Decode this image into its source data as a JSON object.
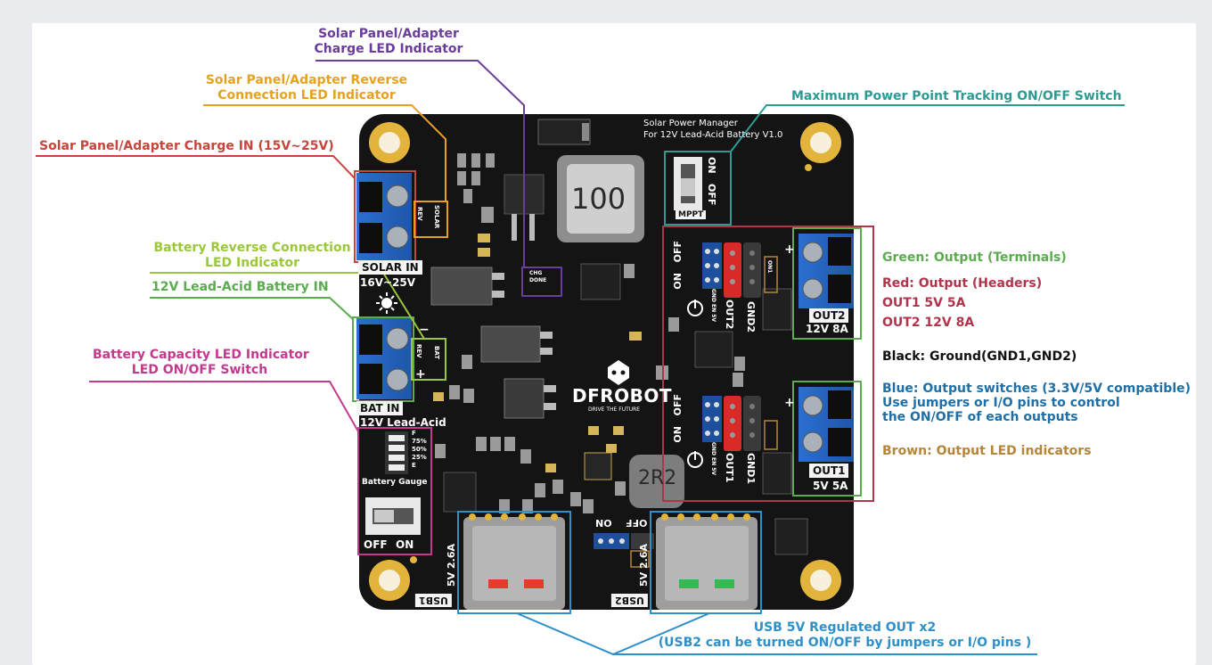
{
  "colors": {
    "purple": "#6a3c9c",
    "orange": "#e6a21e",
    "red": "#c8453b",
    "yellowgreen": "#9bc73a",
    "green": "#5aac4e",
    "magenta": "#c23a8e",
    "teal": "#2d9b93",
    "darkred": "#b0344a",
    "blue": "#1e6fa8",
    "brown": "#b5853a",
    "board": "#141414"
  },
  "callouts": {
    "charge_led": [
      "Solar Panel/Adapter",
      "Charge LED Indicator"
    ],
    "reverse_led": [
      "Solar Panel/Adapter Reverse",
      "Connection LED Indicator"
    ],
    "charge_in": "Solar Panel/Adapter Charge IN  (15V~25V)",
    "battery_reverse": [
      "Battery Reverse Connection",
      "LED Indicator"
    ],
    "battery_in": "12V Lead-Acid Battery IN",
    "capacity": [
      "Battery Capacity LED Indicator",
      "LED ON/OFF Switch"
    ],
    "mppt": "Maximum Power Point Tracking ON/OFF Switch",
    "usb": [
      "USB 5V Regulated OUT x2",
      "(USB2 can be turned ON/OFF by jumpers or I/O pins )"
    ]
  },
  "legend": {
    "green": "Green:  Output (Terminals)",
    "red_title": "Red:  Output  (Headers)",
    "out1": "OUT1 5V 5A",
    "out2": "OUT2 12V 8A",
    "black": "Black:  Ground(GND1,GND2)",
    "blue": [
      "Blue:  Output switches  (3.3V/5V compatible)",
      "Use jumpers or I/O pins to control",
      "the ON/OFF of each outputs"
    ],
    "brown": "Brown:  Output LED indicators"
  },
  "board": {
    "title": [
      "Solar Power Manager",
      "For 12V Lead-Acid Battery V1.0"
    ],
    "inductor1": "100",
    "inductor2": "2R2",
    "solar_in": "SOLAR IN",
    "solar_range": "16V~25V",
    "bat_in": "BAT IN",
    "lead_acid": "12V Lead-Acid",
    "rev": "REV",
    "solar": "SOLAR",
    "bat": "BAT",
    "chg": "CHG",
    "done": "DONE",
    "on": "ON",
    "off": "OFF",
    "mppt": "MPPT",
    "battery_gauge": "Battery Gauge",
    "gauge_levels": [
      "F",
      "75%",
      "50%",
      "25%",
      "E"
    ],
    "off_label": "OFF",
    "on_label": "ON",
    "out1": "OUT1",
    "out2": "OUT2",
    "out1_spec": "5V 5A",
    "out2_spec": "12V 8A",
    "gnd1": "GND1",
    "gnd2": "GND2",
    "usb1": "USB1",
    "usb2": "USB2",
    "usb_spec": "5V 2.6A",
    "brand": "DFROBOT",
    "slogan": "DRIVE THE FUTURE",
    "pins": [
      "GND",
      "EN",
      "5V"
    ],
    "plus": "+",
    "minus": "−",
    "on1": "ON1"
  }
}
